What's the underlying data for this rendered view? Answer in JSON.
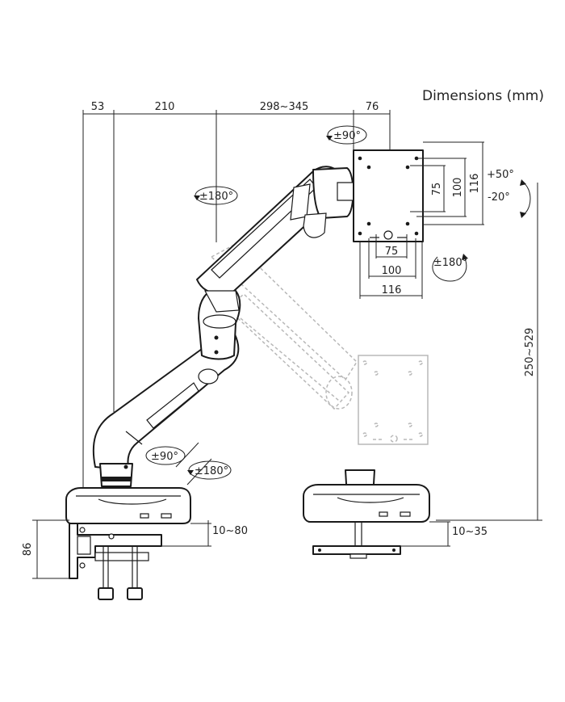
{
  "title": "Dimensions (mm)",
  "top_dims": [
    "53",
    "210",
    "298~345",
    "76"
  ],
  "rotations": {
    "head_top": "±90°",
    "arm_upper": "±180°",
    "tilt_up": "+50°",
    "tilt_down": "-20°",
    "plate": "±180°",
    "base_swivel": "±90°",
    "base_rotate": "±180°"
  },
  "vesa": {
    "horiz_75": "75",
    "horiz_100": "100",
    "horiz_116": "116",
    "vert_75": "75",
    "vert_100": "100",
    "vert_116": "116"
  },
  "height_range": "250~529",
  "clamp": {
    "height": "86",
    "desk_clamp_range": "10~80",
    "grommet_range": "10~35"
  },
  "colors": {
    "line": "#1a1a1a",
    "ghost": "#b8b8b8"
  }
}
